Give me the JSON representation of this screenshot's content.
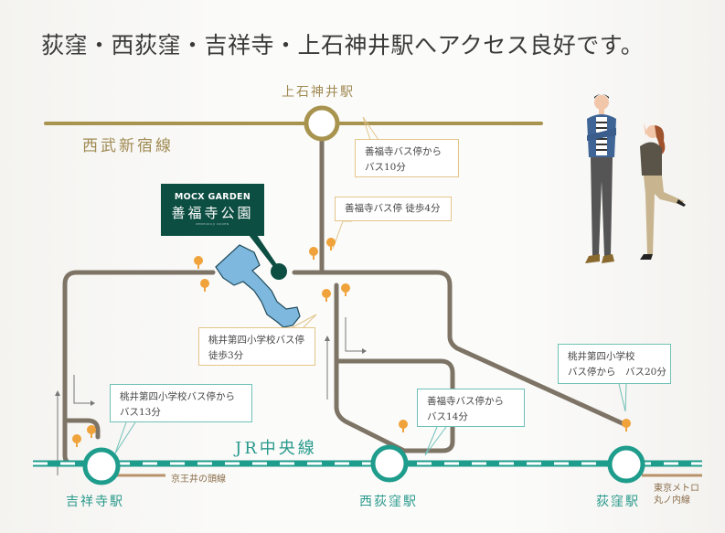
{
  "headline": "荻窪・西荻窪・吉祥寺・上石神井駅へアクセス良好です。",
  "lines": {
    "seibu": {
      "label": "西武新宿線",
      "color": "#a8944f"
    },
    "jr": {
      "label": "JR中央線",
      "color": "#1e9c8c"
    },
    "keio": {
      "label": "京王井の頭線",
      "color": "#b8926a"
    },
    "metro": {
      "label_line1": "東京メトロ",
      "label_line2": "丸ノ内線",
      "color": "#b8926a"
    }
  },
  "stations": {
    "kamishakujii": "上石神井駅",
    "kichijoji": "吉祥寺駅",
    "nishiogikubo": "西荻窪駅",
    "ogikubo": "荻窪駅"
  },
  "property": {
    "brand": "MOCX GARDEN",
    "name": "善福寺公園",
    "romaji": "ZENPUKUJI KOUEN",
    "color": "#0d4e42"
  },
  "callouts": [
    {
      "id": "c1",
      "line1": "善福寺バス停から",
      "line2": "バス10分"
    },
    {
      "id": "c2",
      "line1": "善福寺バス停 徒歩4分",
      "line2": ""
    },
    {
      "id": "c3",
      "line1": "桃井第四小学校バス停",
      "line2": "徒歩3分"
    },
    {
      "id": "c4",
      "line1": "桃井第四小学校バス停から",
      "line2": "バス13分"
    },
    {
      "id": "c5",
      "line1": "善福寺バス停から",
      "line2": "バス14分"
    },
    {
      "id": "c6",
      "line1": "桃井第四小学校",
      "line2": "バス停から　バス20分"
    }
  ],
  "colors": {
    "road": "#7d7466",
    "bus_stop": "#f0a33a",
    "pond": "#7fb8de",
    "station_ring_seibu": "#a8944f",
    "station_ring_jr": "#1e9c8c"
  }
}
